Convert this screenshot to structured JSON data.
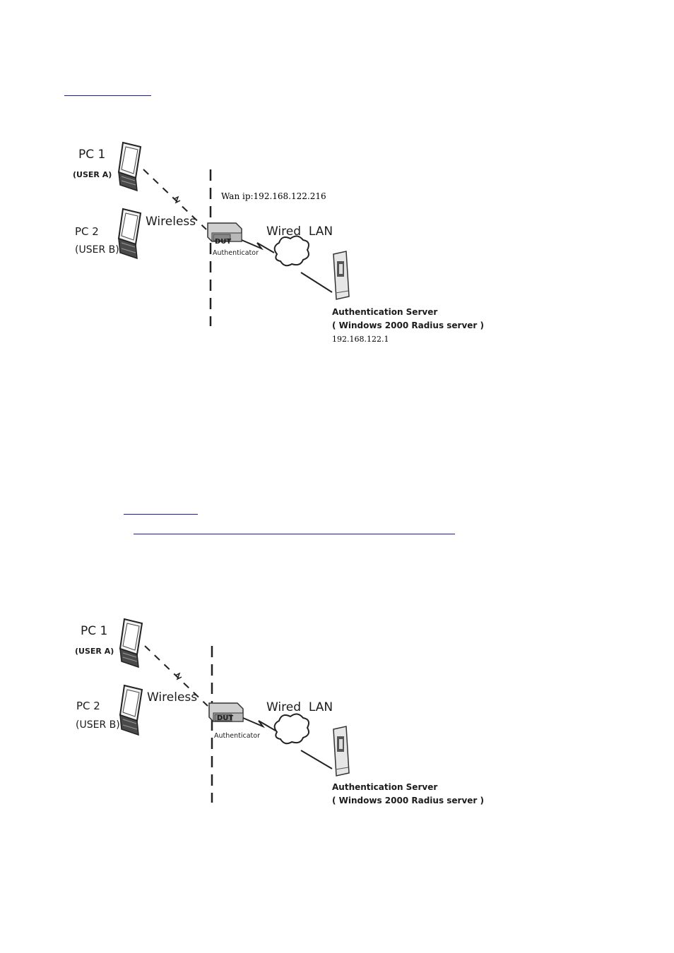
{
  "figures": [
    {
      "pc1_label": "PC 1",
      "pc1_user": "(USER A)",
      "pc2_label": "PC 2",
      "pc2_user": "(USER B)",
      "wireless_label": "Wireless",
      "wired_lan_label": "Wired  LAN",
      "dut_label": "DUT",
      "authenticator_label": "Authenticator",
      "wan_ip_label": "Wan ip:192.168.122.216",
      "server_title": "Authentication Server",
      "server_subtitle": "( Windows 2000 Radius server )",
      "server_ip": "192.168.122.1"
    },
    {
      "pc1_label": "PC 1",
      "pc1_user": "(USER A)",
      "pc2_label": "PC 2",
      "pc2_user": "(USER B)",
      "wireless_label": "Wireless",
      "wired_lan_label": "Wired  LAN",
      "dut_label": "DUT",
      "authenticator_label": "Authenticator",
      "server_title": "Authentication Server",
      "server_subtitle": "( Windows 2000 Radius server )"
    }
  ]
}
